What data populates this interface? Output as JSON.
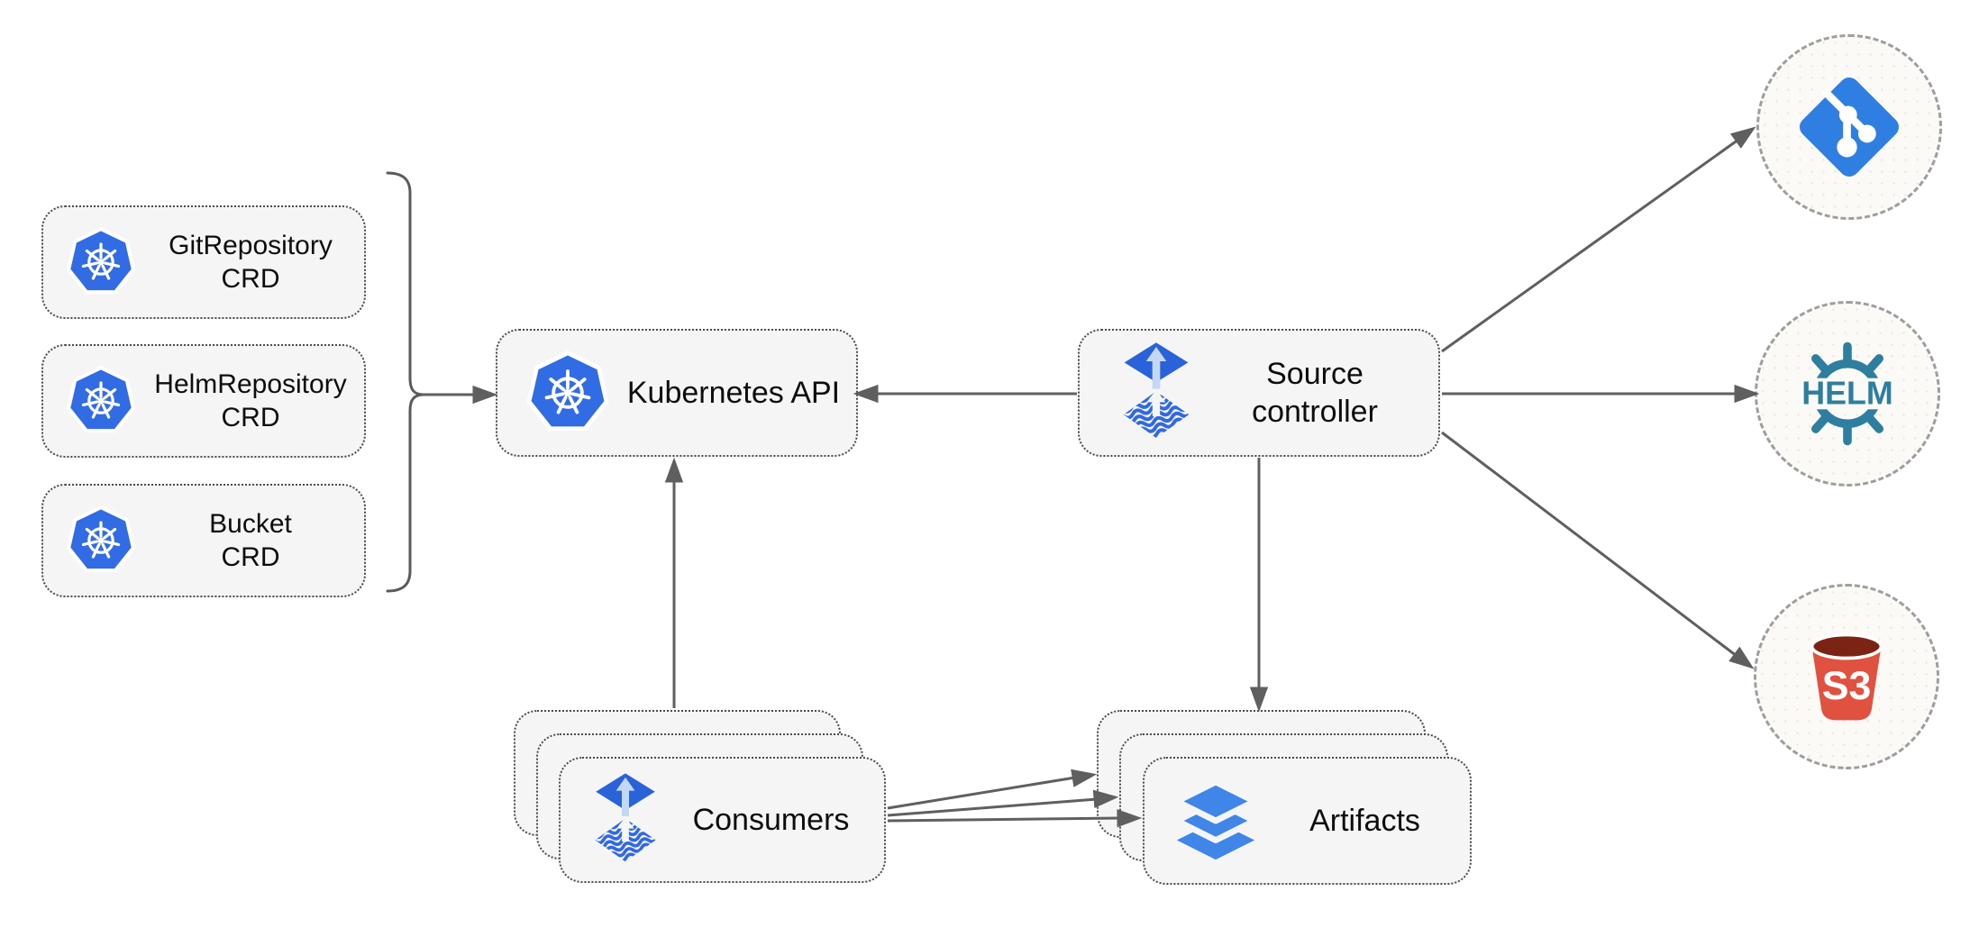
{
  "diagram": {
    "description": "Flux source-controller architecture diagram",
    "colors": {
      "background": "#ffffff",
      "box_fill": "#f5f5f5",
      "box_border": "#4b4b4b",
      "circle_fill": "#fcfaf7",
      "circle_border": "#9e9e9e",
      "arrow": "#5f5f5f",
      "kubernetes_blue": "#326ce5",
      "flux_blue": "#2a63d9",
      "flux_light_blue": "#c4d7f3",
      "flux_wave_blue": "#3069e0",
      "layers_blue": "#4086e8",
      "git_blue": "#2f7fe3",
      "helm_teal": "#2e7f9f",
      "s3_red": "#e0523f",
      "s3_dark_red": "#7b2416"
    },
    "nodes": {
      "git_crd": {
        "line1": "GitRepository",
        "line2": "CRD",
        "icon": "kubernetes-icon"
      },
      "helm_crd": {
        "line1": "HelmRepository",
        "line2": "CRD",
        "icon": "kubernetes-icon"
      },
      "bucket_crd": {
        "line1": "Bucket",
        "line2": "CRD",
        "icon": "kubernetes-icon"
      },
      "kubernetes_api": {
        "label": "Kubernetes API",
        "icon": "kubernetes-icon"
      },
      "source_controller": {
        "line1": "Source",
        "line2": "controller",
        "icon": "flux-icon"
      },
      "consumers": {
        "label": "Consumers",
        "icon": "flux-icon",
        "stack_count": 3
      },
      "artifacts": {
        "label": "Artifacts",
        "icon": "layers-icon",
        "stack_count": 3
      },
      "git_remote": {
        "icon": "git-icon"
      },
      "helm_remote": {
        "icon": "helm-icon",
        "icon_text": "HELM"
      },
      "s3_remote": {
        "icon": "s3-icon",
        "icon_text": "S3"
      }
    },
    "edges": [
      {
        "from": "crd-bracket-group",
        "to": "kubernetes_api"
      },
      {
        "from": "source_controller",
        "to": "kubernetes_api"
      },
      {
        "from": "consumers",
        "to": "kubernetes_api"
      },
      {
        "from": "source_controller",
        "to": "artifacts"
      },
      {
        "from": "source_controller",
        "to": "git_remote"
      },
      {
        "from": "source_controller",
        "to": "helm_remote"
      },
      {
        "from": "source_controller",
        "to": "s3_remote"
      },
      {
        "from": "consumers",
        "to": "artifacts",
        "arrow_count": 3
      }
    ]
  }
}
